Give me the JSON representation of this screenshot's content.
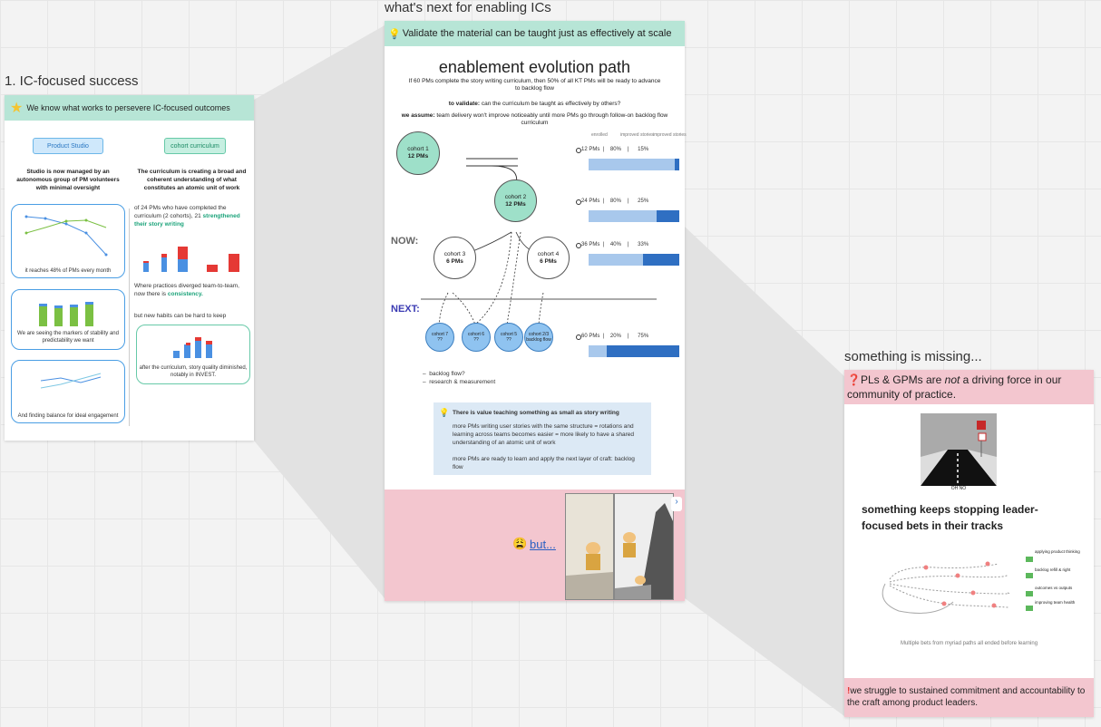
{
  "frame1": {
    "title": "1. IC-focused success",
    "header": "We know what works to persevere IC-focused outcomes",
    "pill_left": "Product Studio",
    "pill_right": "cohort curriculum",
    "left_heading": "Studio is now managed by an autonomous group of PM volunteers with minimal oversight",
    "right_heading": "The curriculum is creating a broad and coherent understanding of what constitutes an atomic unit of work",
    "chart1_caption": "it reaches 48% of PMs every month",
    "chart2_caption": "We are seeing the markers of stability and predictability we want",
    "chart3_caption": "And finding balance for ideal engagement",
    "right_text_1": "of 24 PMs who have completed the curriculum (2 cohorts), 21",
    "right_text_1_hl": "strengthened their story writing",
    "right_text_2": "Where practices diverged team-to-team, now there is",
    "right_text_2_hl": "consistency.",
    "right_text_3": "but new habits can be hard to keep",
    "chart4_caption": "after the curriculum, story quality diminished, notably in INVEST."
  },
  "frame2": {
    "title": "what's next for enabling ICs",
    "header": "Validate the material can be taught just as effectively at scale",
    "heading": "enablement evolution path",
    "hypothesis": "If 60 PMs complete the story writing curriculum, then 50% of all KT PMs will be ready to advance to backlog flow",
    "validate_label": "to validate:",
    "validate_text": "can the curriculum be taught as effectively by others?",
    "assume_label": "we assume:",
    "assume_text": "team delivery won't improve noticeably until more PMs go through follow-on backlog flow curriculum",
    "now_label": "NOW:",
    "next_label": "NEXT:",
    "cohorts": [
      {
        "name": "cohort 1",
        "size": "12 PMs"
      },
      {
        "name": "cohort 2",
        "size": "12 PMs"
      },
      {
        "name": "cohort 3",
        "size": "6 PMs"
      },
      {
        "name": "cohort 4",
        "size": "6 PMs"
      }
    ],
    "next_cohorts": [
      {
        "name": "cohort 7",
        "size": "??"
      },
      {
        "name": "cohort 6",
        "size": "??"
      },
      {
        "name": "cohort 5",
        "size": "??"
      },
      {
        "name": "cohort 2/3",
        "size": "backlog flow"
      }
    ],
    "bar_headers": [
      "enrolled",
      "improved stories",
      "improved stories"
    ],
    "bars": [
      {
        "pms": "12 PMs",
        "pct_a": "80%",
        "pct_b": "15%",
        "share": 0.95
      },
      {
        "pms": "24 PMs",
        "pct_a": "80%",
        "pct_b": "25%",
        "share": 0.75
      },
      {
        "pms": "36 PMs",
        "pct_a": "40%",
        "pct_b": "33%",
        "share": 0.6
      },
      {
        "pms": "60 PMs",
        "pct_a": "20%",
        "pct_b": "75%",
        "share": 0.2
      }
    ],
    "bullets": [
      "backlog flow?",
      "research & measurement"
    ],
    "value_title": "There is value teaching something as small as story writing",
    "value_p1": "more PMs writing user stories with the same structure = rotations and learning across teams becomes easier = more likely to have a shared understanding of an atomic unit of work",
    "value_p2": "more PMs are ready to learn and apply the next layer of craft: backlog flow",
    "but_link": "but..."
  },
  "frame3": {
    "title": "something is missing...",
    "header_pre": "PLs & GPMs are ",
    "header_em": "not",
    "header_post": " a driving force in our community of practice.",
    "heading": "something keeps stopping leader-focused bets in their tracks",
    "road_caption": "OH NO",
    "path_labels": [
      "applying product thinking",
      "backlog refill & right",
      "outcomes vs outputs",
      "improving team health"
    ],
    "diagram_caption": "Multiple bets from myriad paths all ended before learning",
    "footer": "we struggle to sustained commitment and accountability to the craft among product leaders."
  },
  "colors": {
    "teal_header": "#b7e5d6",
    "pink": "#f3c6cf",
    "accent_blue": "#2f6fc2"
  }
}
